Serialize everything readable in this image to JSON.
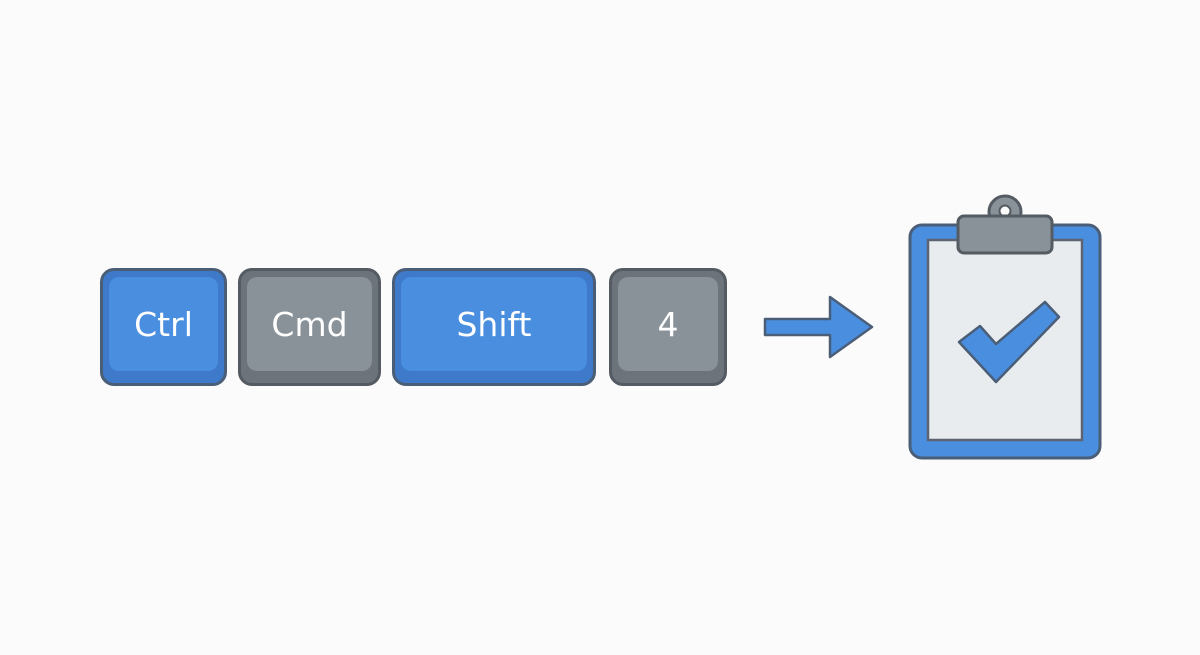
{
  "keys": [
    {
      "label": "Ctrl",
      "style": "blue"
    },
    {
      "label": "Cmd",
      "style": "gray"
    },
    {
      "label": "Shift",
      "style": "blue"
    },
    {
      "label": "4",
      "style": "gray"
    }
  ],
  "icons": {
    "arrow": "arrow-right-icon",
    "result": "clipboard-check-icon"
  },
  "colors": {
    "blue": "#4a8ee0",
    "gray": "#8a9299",
    "outline": "#5b6470",
    "clipboard_paper": "#e9ecef"
  }
}
